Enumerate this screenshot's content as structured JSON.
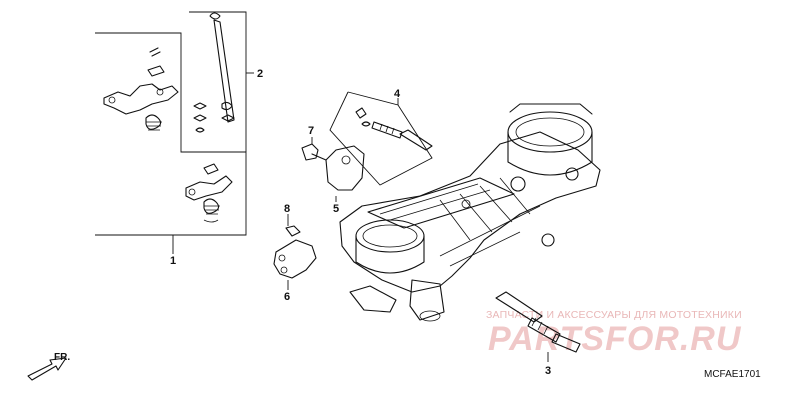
{
  "callouts": [
    {
      "id": "1",
      "label": "1"
    },
    {
      "id": "2",
      "label": "2"
    },
    {
      "id": "3",
      "label": "3"
    },
    {
      "id": "4",
      "label": "4"
    },
    {
      "id": "5",
      "label": "5"
    },
    {
      "id": "6",
      "label": "6"
    },
    {
      "id": "7",
      "label": "7"
    },
    {
      "id": "8",
      "label": "8"
    }
  ],
  "diagram_code": "MCFAE1701",
  "direction_label": "FR.",
  "watermark": {
    "tagline": "ЗАПЧАСТИ И АКСЕССУАРЫ ДЛЯ МОТОТЕХНИКИ",
    "logo": "PARTSFOR.RU"
  },
  "colors": {
    "lines": "#111111",
    "watermark": "#e8b0b0"
  }
}
